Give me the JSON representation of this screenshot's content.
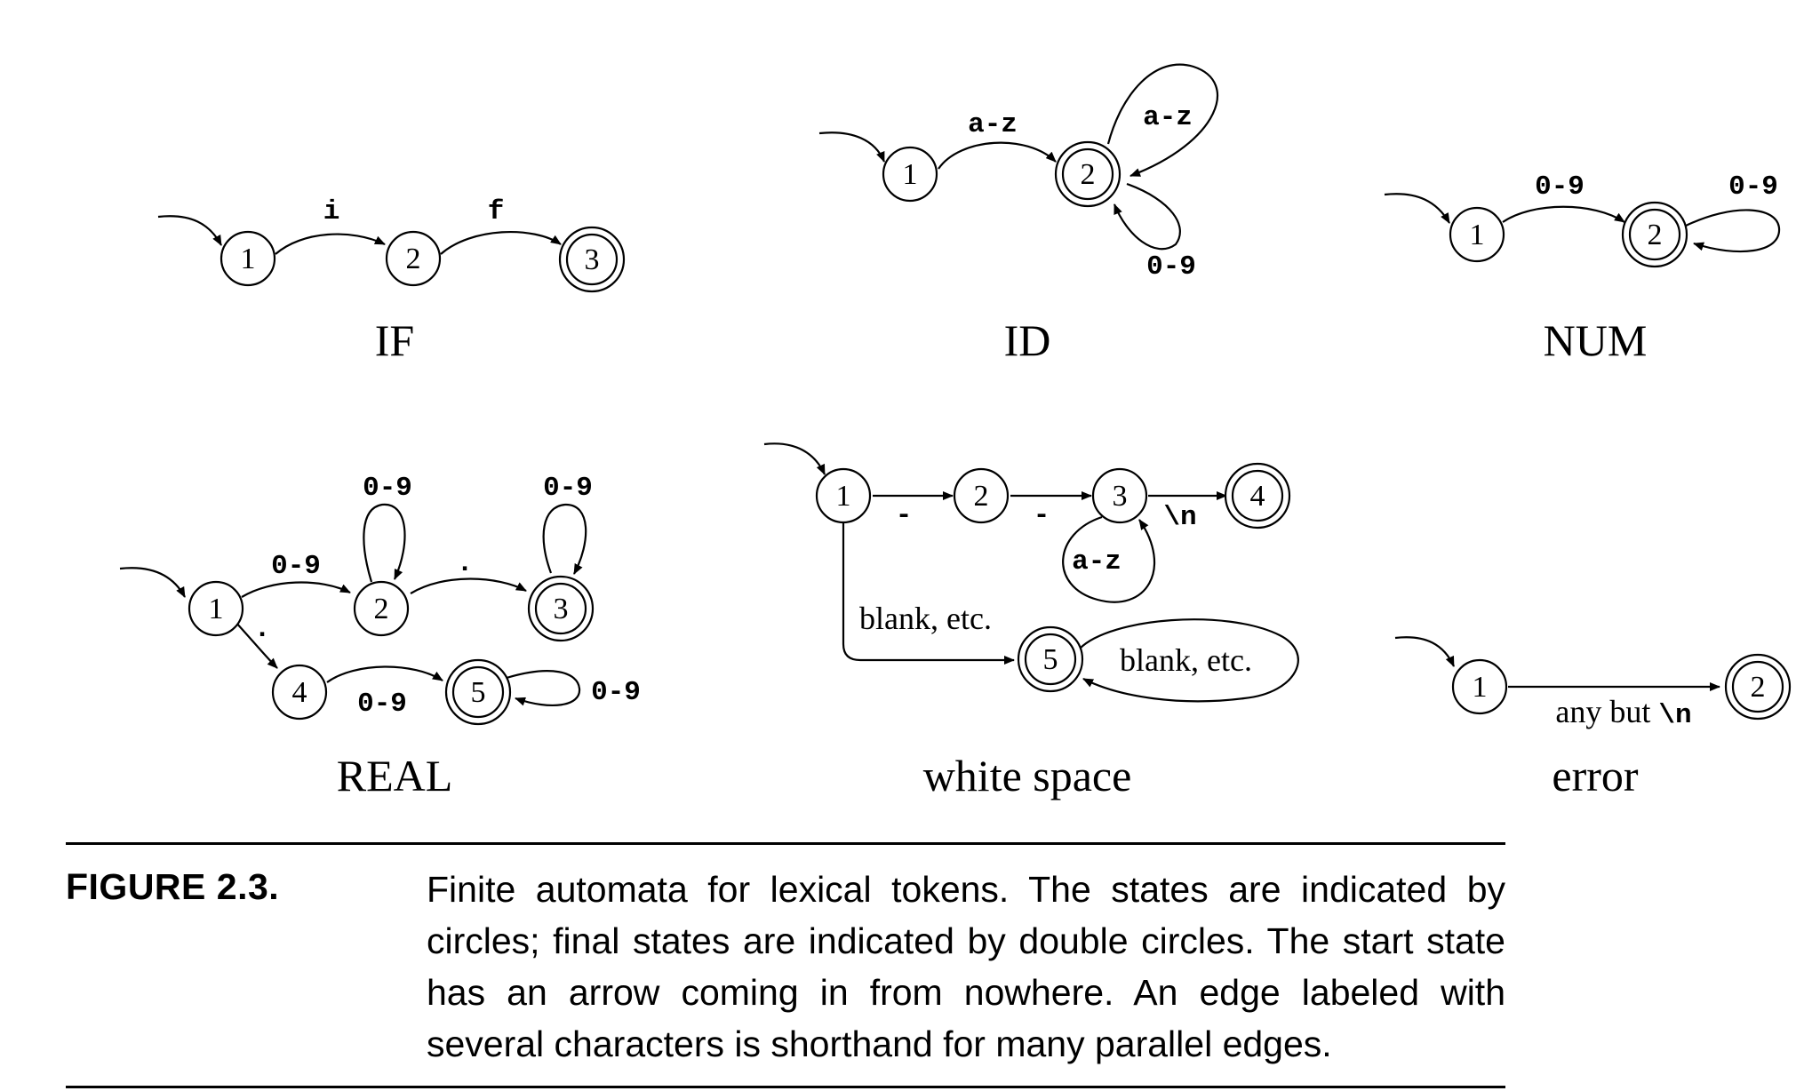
{
  "figure": {
    "label": "FIGURE 2.3.",
    "caption": "Finite automata for lexical tokens. The states are indicated by circles; final states are indicated by double circles. The start state has an arrow coming in from nowhere. An edge labeled with several characters is shorthand for many parallel edges."
  },
  "automata": [
    {
      "id": "if",
      "title": "IF",
      "states": [
        {
          "label": "1",
          "final": false,
          "start": true
        },
        {
          "label": "2",
          "final": false
        },
        {
          "label": "3",
          "final": true
        }
      ],
      "edges": [
        {
          "from": "1",
          "to": "2",
          "label": "i"
        },
        {
          "from": "2",
          "to": "3",
          "label": "f"
        }
      ]
    },
    {
      "id": "id",
      "title": "ID",
      "states": [
        {
          "label": "1",
          "final": false,
          "start": true
        },
        {
          "label": "2",
          "final": true
        }
      ],
      "edges": [
        {
          "from": "1",
          "to": "2",
          "label": "a-z"
        },
        {
          "from": "2",
          "to": "2",
          "label": "a-z"
        },
        {
          "from": "2",
          "to": "2",
          "label": "0-9"
        }
      ]
    },
    {
      "id": "num",
      "title": "NUM",
      "states": [
        {
          "label": "1",
          "final": false,
          "start": true
        },
        {
          "label": "2",
          "final": true
        }
      ],
      "edges": [
        {
          "from": "1",
          "to": "2",
          "label": "0-9"
        },
        {
          "from": "2",
          "to": "2",
          "label": "0-9"
        }
      ]
    },
    {
      "id": "real",
      "title": "REAL",
      "states": [
        {
          "label": "1",
          "final": false,
          "start": true
        },
        {
          "label": "2",
          "final": false
        },
        {
          "label": "3",
          "final": true
        },
        {
          "label": "4",
          "final": false
        },
        {
          "label": "5",
          "final": true
        }
      ],
      "edges": [
        {
          "from": "1",
          "to": "2",
          "label": "0-9"
        },
        {
          "from": "2",
          "to": "2",
          "label": "0-9"
        },
        {
          "from": "2",
          "to": "3",
          "label": "."
        },
        {
          "from": "3",
          "to": "3",
          "label": "0-9"
        },
        {
          "from": "1",
          "to": "4",
          "label": "."
        },
        {
          "from": "4",
          "to": "5",
          "label": "0-9"
        },
        {
          "from": "5",
          "to": "5",
          "label": "0-9"
        }
      ]
    },
    {
      "id": "ws",
      "title": "white space",
      "states": [
        {
          "label": "1",
          "final": false,
          "start": true
        },
        {
          "label": "2",
          "final": false
        },
        {
          "label": "3",
          "final": false
        },
        {
          "label": "4",
          "final": true
        },
        {
          "label": "5",
          "final": true
        }
      ],
      "edges": [
        {
          "from": "1",
          "to": "2",
          "label": "-"
        },
        {
          "from": "2",
          "to": "3",
          "label": "-"
        },
        {
          "from": "3",
          "to": "3",
          "label": "a-z"
        },
        {
          "from": "3",
          "to": "4",
          "label": "\\n"
        },
        {
          "from": "1",
          "to": "5",
          "label": "blank, etc."
        },
        {
          "from": "5",
          "to": "5",
          "label": "blank, etc."
        }
      ]
    },
    {
      "id": "error",
      "title": "error",
      "states": [
        {
          "label": "1",
          "final": false,
          "start": true
        },
        {
          "label": "2",
          "final": true
        }
      ],
      "edges": [
        {
          "from": "1",
          "to": "2",
          "label_prefix": "any but",
          "label_code": "\\n"
        }
      ]
    }
  ]
}
